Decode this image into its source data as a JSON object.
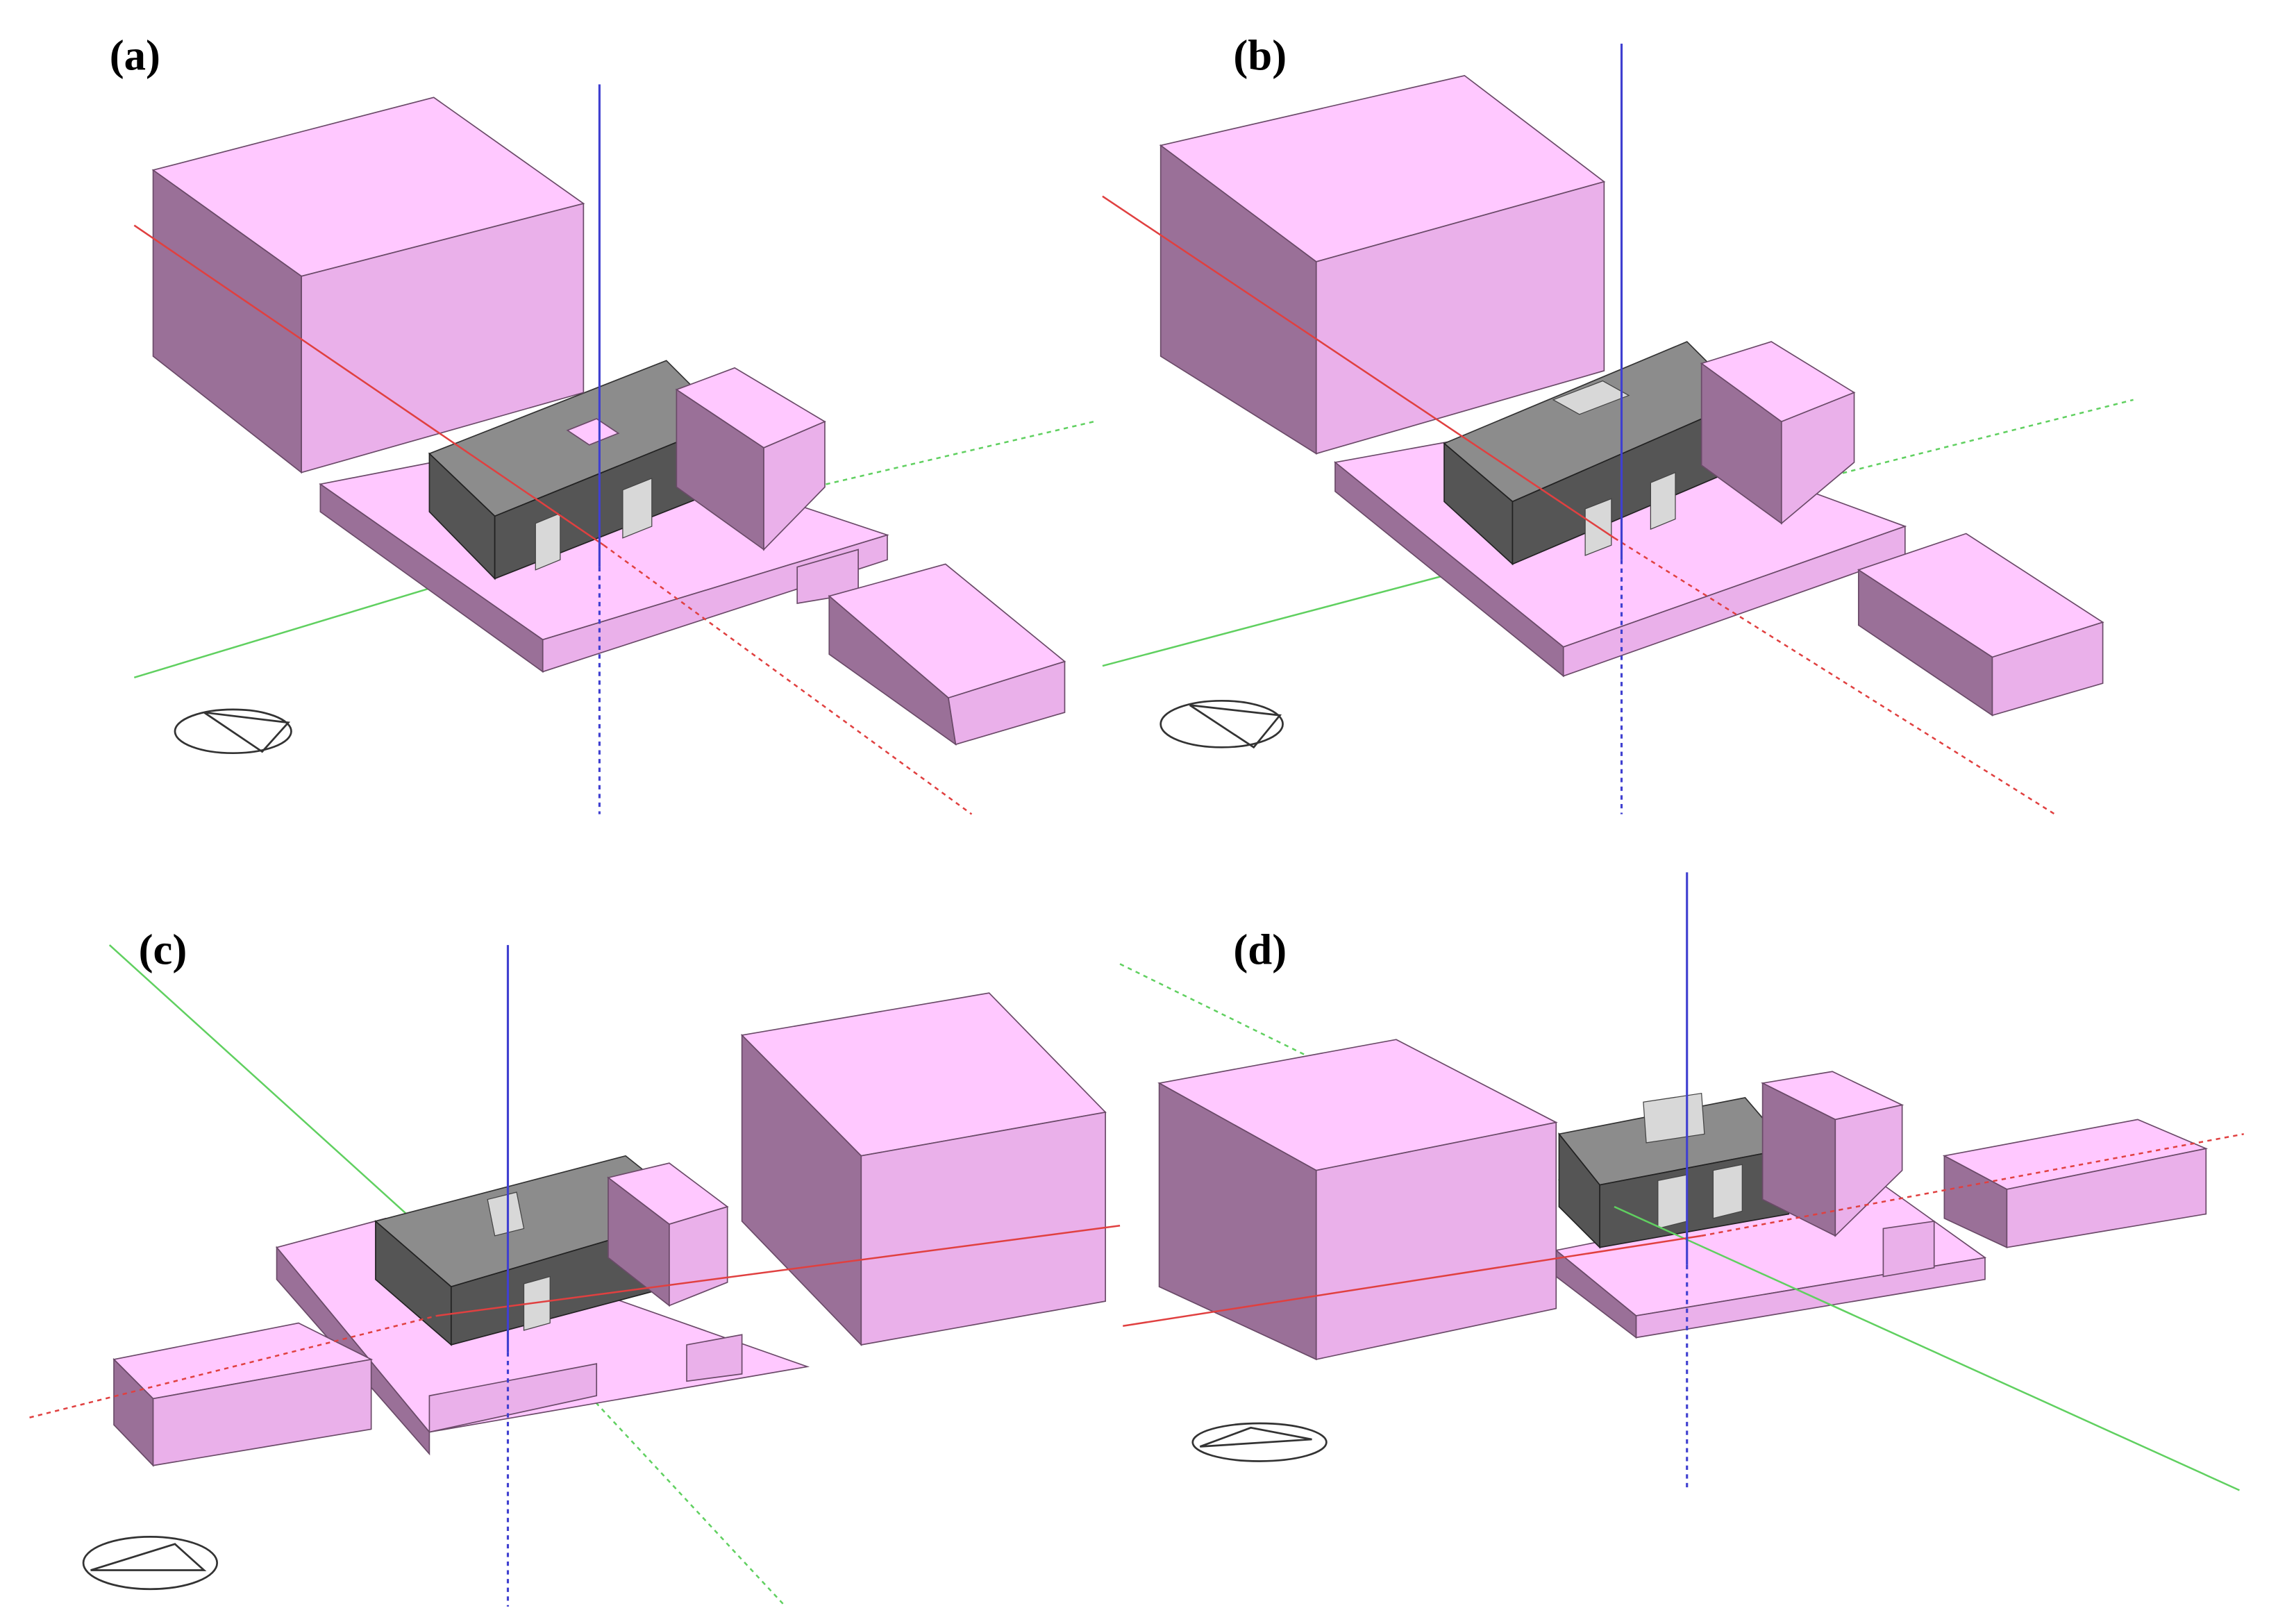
{
  "panels": [
    {
      "label": "(a)"
    },
    {
      "label": "(b)"
    },
    {
      "label": "(c)"
    },
    {
      "label": "(d)"
    }
  ],
  "colors": {
    "block_top": "#ffc8ff",
    "block_front": "#eab0ea",
    "block_side": "#9a7098",
    "roof": "#8c8c8c",
    "walls": "#555555",
    "axis_z": "#4040d0",
    "axis_x": "#e04040",
    "axis_y": "#60d060"
  },
  "icons": [
    "compass-icon"
  ]
}
